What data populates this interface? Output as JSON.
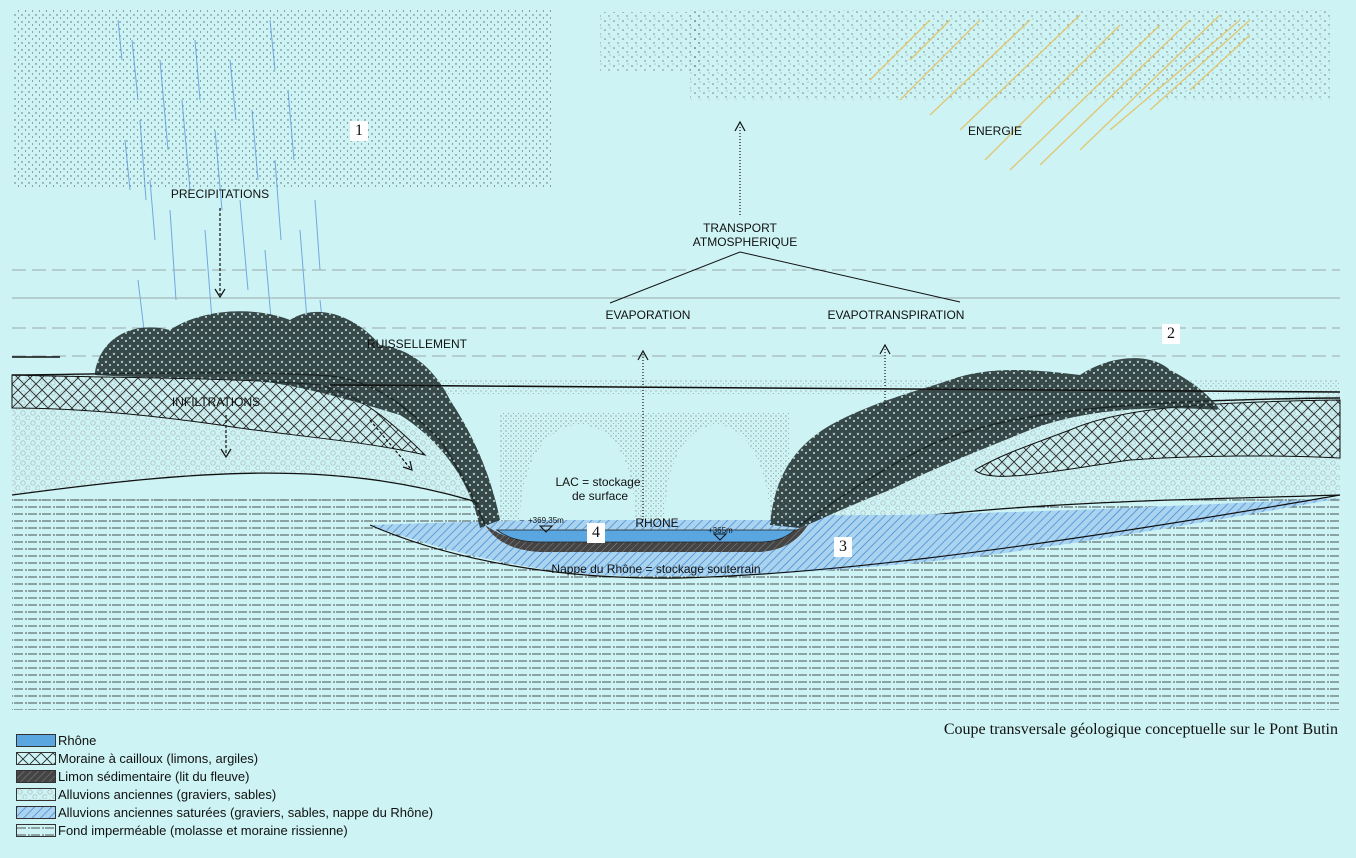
{
  "diagram": {
    "title": "Coupe transversale géologique conceptuelle sur le Pont Butin",
    "markers": {
      "m1": "1",
      "m2": "2",
      "m3": "3",
      "m4": "4"
    },
    "labels": {
      "precipitations": "PRECIPITATIONS",
      "energie": "ENERGIE",
      "transport_line1": "TRANSPORT",
      "transport_line2": "ATMOSPHERIQUE",
      "evaporation": "EVAPORATION",
      "evapotranspiration": "EVAPOTRANSPIRATION",
      "ruissellement": "RUISSELLEMENT",
      "infiltrations": "INFILTRATIONS",
      "lac_line1": "LAC = stockage",
      "lac_line2": "de surface",
      "rhone": "RHONE",
      "nappe": "Nappe du Rhône =  stockage souterrain",
      "elev_left": "+369,35m",
      "elev_right": "+365m"
    },
    "legend": [
      {
        "label": "Rhône",
        "pattern": "rhone"
      },
      {
        "label": "Moraine à cailloux (limons, argiles)",
        "pattern": "moraine"
      },
      {
        "label": "Limon sédimentaire (lit du fleuve)",
        "pattern": "limon"
      },
      {
        "label": "Alluvions anciennes (graviers, sables)",
        "pattern": "alluvions"
      },
      {
        "label": "Alluvions anciennes saturées (graviers, sables, nappe du Rhône)",
        "pattern": "saturees"
      },
      {
        "label": "Fond imperméable (molasse et moraine rissienne)",
        "pattern": "molasse"
      }
    ],
    "colors": {
      "background": "#cdf3f4",
      "river": "#5aa6e0",
      "saturated": "#8ec4ec",
      "energy": "#e2c36a",
      "rain": "#4f90d8"
    }
  }
}
